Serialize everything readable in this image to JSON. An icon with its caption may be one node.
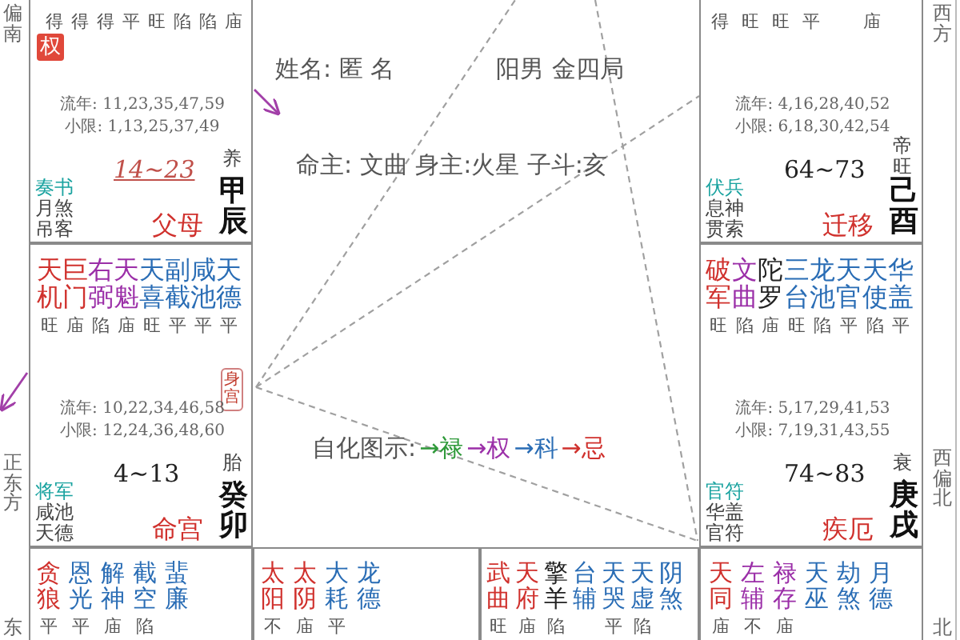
{
  "diagram": {
    "nodes": [
      {
        "text": [
          "得得得平旺陷陷庙",
          "权",
          "流年: 11,23,35,47,59",
          "小限: 1,13,25,37,49",
          "14~23",
          "养",
          "奏书",
          "月煞",
          "吊客",
          "父母",
          "甲辰"
        ]
      },
      {
        "text": [
          "姓名: 匿 名",
          "阳男 金四局",
          "命主: 文曲 身主:火星 子斗:亥",
          "自化图示:",
          "→禄",
          "→权",
          "→科",
          "→忌"
        ]
      },
      {
        "text": [
          "得旺旺平　庙",
          "流年: 4,16,28,40,52",
          "小限: 6,18,30,42,54",
          "64~73",
          "帝旺",
          "伏兵",
          "息神",
          "贯索",
          "迁移",
          "己酉"
        ]
      },
      {
        "text": [
          "天机",
          "巨门",
          "右弼",
          "天魁",
          "天喜",
          "副截",
          "咸池",
          "天德",
          "旺庙陷庙旺平平平",
          "身宫",
          "流年: 10,22,34,46,58",
          "小限: 12,24,36,48,60",
          "4~13",
          "胎",
          "将军",
          "咸池",
          "天德",
          "命宫",
          "癸卯"
        ]
      },
      {
        "text": [
          "破军",
          "文曲",
          "陀罗",
          "三台",
          "龙池",
          "天官",
          "天使",
          "华盖",
          "旺陷庙旺陷平陷平",
          "流年: 5,17,29,41,53",
          "小限: 7,19,31,43,55",
          "74~83",
          "衰",
          "官符",
          "华盖",
          "官符",
          "疾厄",
          "庚戌"
        ]
      },
      {
        "text": [
          "贪狼",
          "恩光",
          "解神",
          "截空",
          "蜚廉",
          "平平庙陷"
        ]
      },
      {
        "text": [
          "太阳",
          "太阴",
          "大耗",
          "龙德",
          "不庙平"
        ]
      },
      {
        "text": [
          "武曲",
          "天府",
          "擎羊",
          "台辅",
          "天哭",
          "天虚",
          "阴煞",
          "旺庙陷　平陷"
        ]
      },
      {
        "text": [
          "天同",
          "左辅",
          "禄存",
          "天巫",
          "劫煞",
          "月德",
          "庙不庙"
        ]
      }
    ],
    "edges": [
      {
        "from": 0,
        "to": null,
        "arrow": "to"
      },
      {
        "from": 3,
        "to": null,
        "arrow": "to"
      }
    ],
    "labels": [
      "偏南",
      "西方",
      "正东方",
      "西偏北",
      "东",
      "北"
    ]
  }
}
